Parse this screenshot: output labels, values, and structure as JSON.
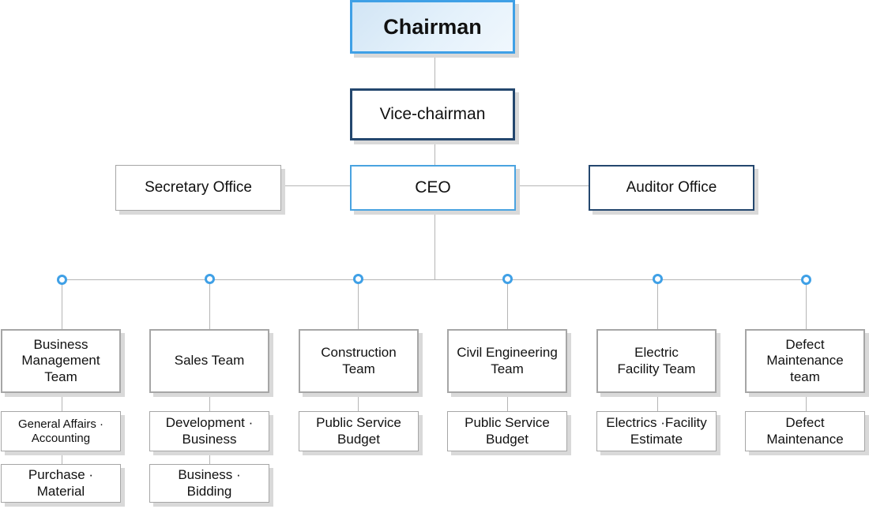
{
  "chairman": "Chairman",
  "vice_chairman": "Vice-chairman",
  "ceo": "CEO",
  "secretary_office": "Secretary Office",
  "auditor_office": "Auditor Office",
  "teams": [
    {
      "name": "Business\nManagement\nTeam",
      "units": [
        "General Affairs ·\nAccounting",
        "Purchase ·\nMaterial"
      ]
    },
    {
      "name": "Sales Team",
      "units": [
        "Development ·\nBusiness",
        "Business ·\nBidding"
      ]
    },
    {
      "name": "Construction\nTeam",
      "units": [
        "Public Service\nBudget"
      ]
    },
    {
      "name": "Civil Engineering\nTeam",
      "units": [
        "Public Service\nBudget"
      ]
    },
    {
      "name": "Electric\nFacility Team",
      "units": [
        "Electrics ·Facility\nEstimate"
      ]
    },
    {
      "name": "Defect\nMaintenance\nteam",
      "units": [
        "Defect\nMaintenance"
      ]
    }
  ],
  "colors": {
    "chairman_border": "#3fa0e6",
    "dark_border": "#24476e",
    "ceo_border": "#4aa3e0",
    "dot": "#3fa0e6",
    "line": "#b5b5b5"
  }
}
